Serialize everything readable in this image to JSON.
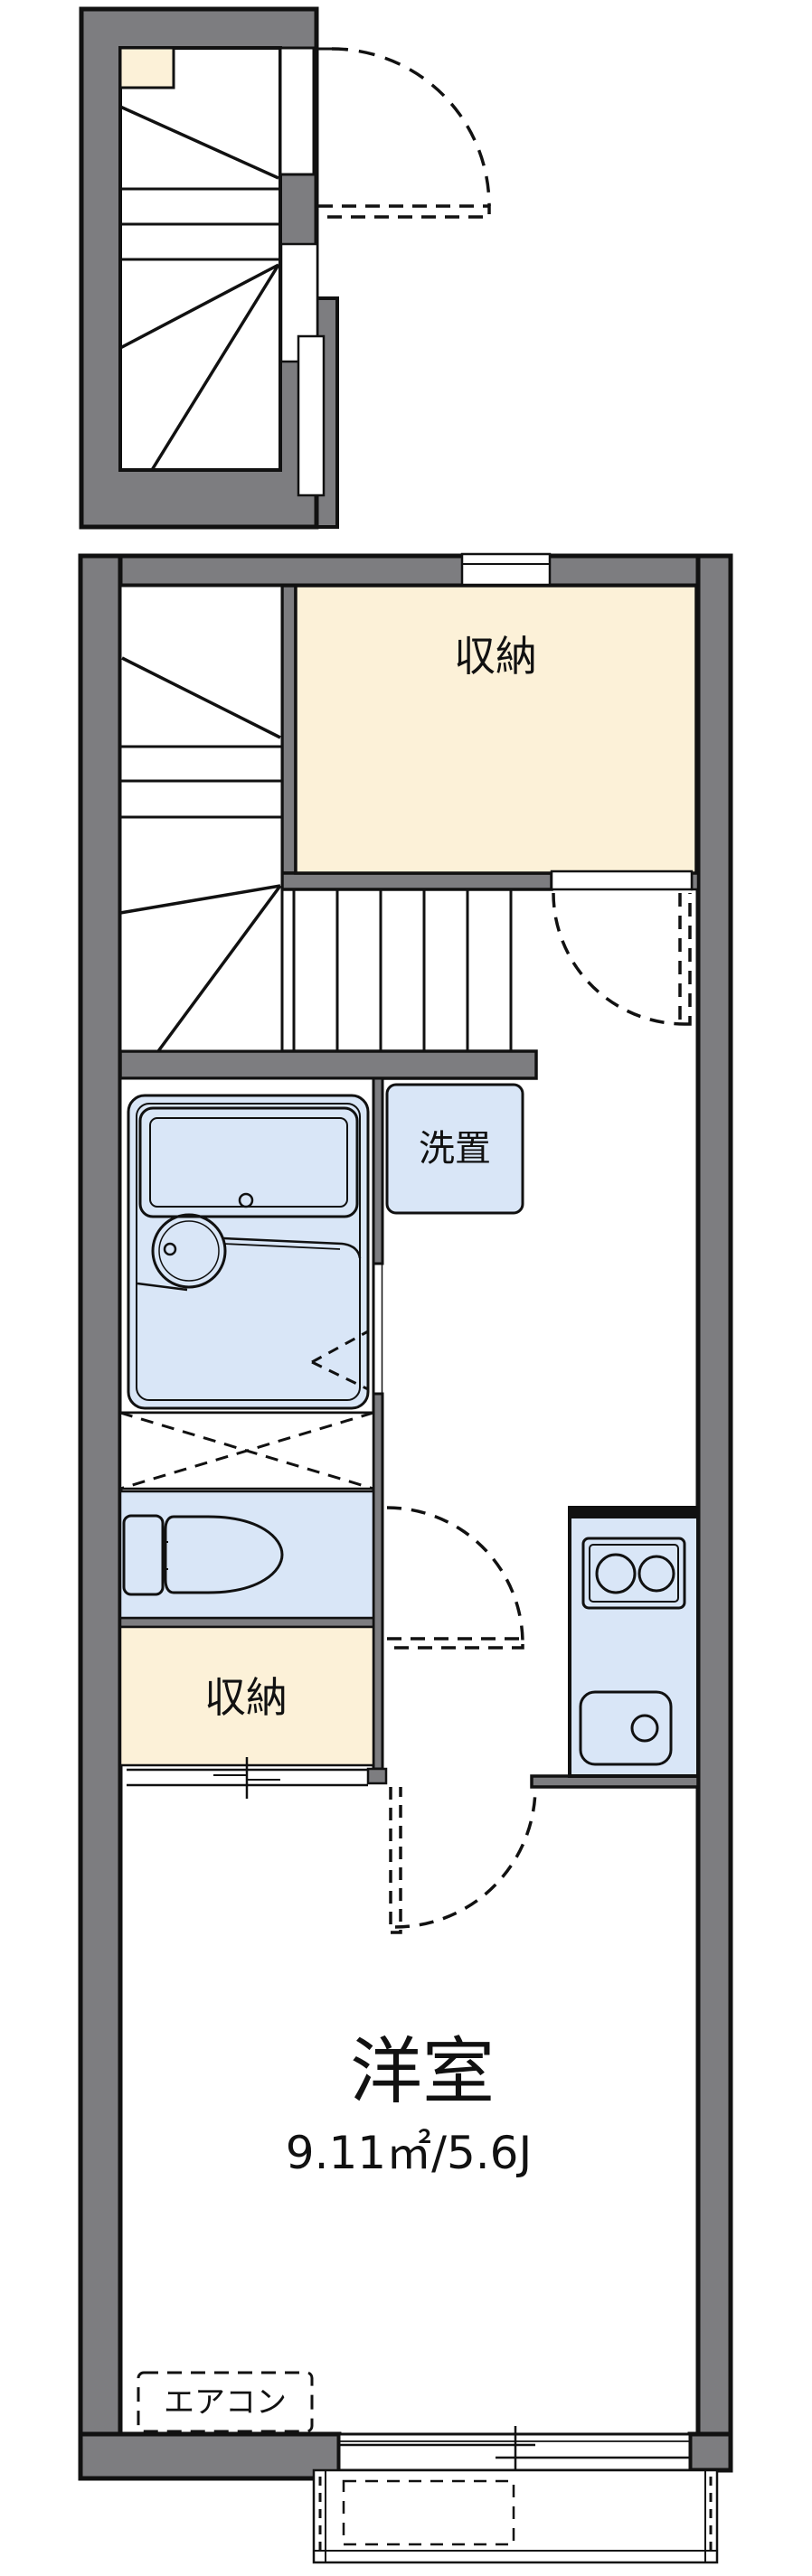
{
  "floorplan": {
    "labels": {
      "storage_upper": "収納",
      "washer_space": "洗置",
      "storage_lower": "収納",
      "main_room": "洋室",
      "main_room_area": "9.11㎡/5.6J",
      "aircon": "エアコン"
    },
    "colors": {
      "wall": "#7d7d80",
      "line": "#111111",
      "cream": "#fcf1d8",
      "fixture_blue": "#d9e6f7",
      "background": "#ffffff"
    }
  }
}
